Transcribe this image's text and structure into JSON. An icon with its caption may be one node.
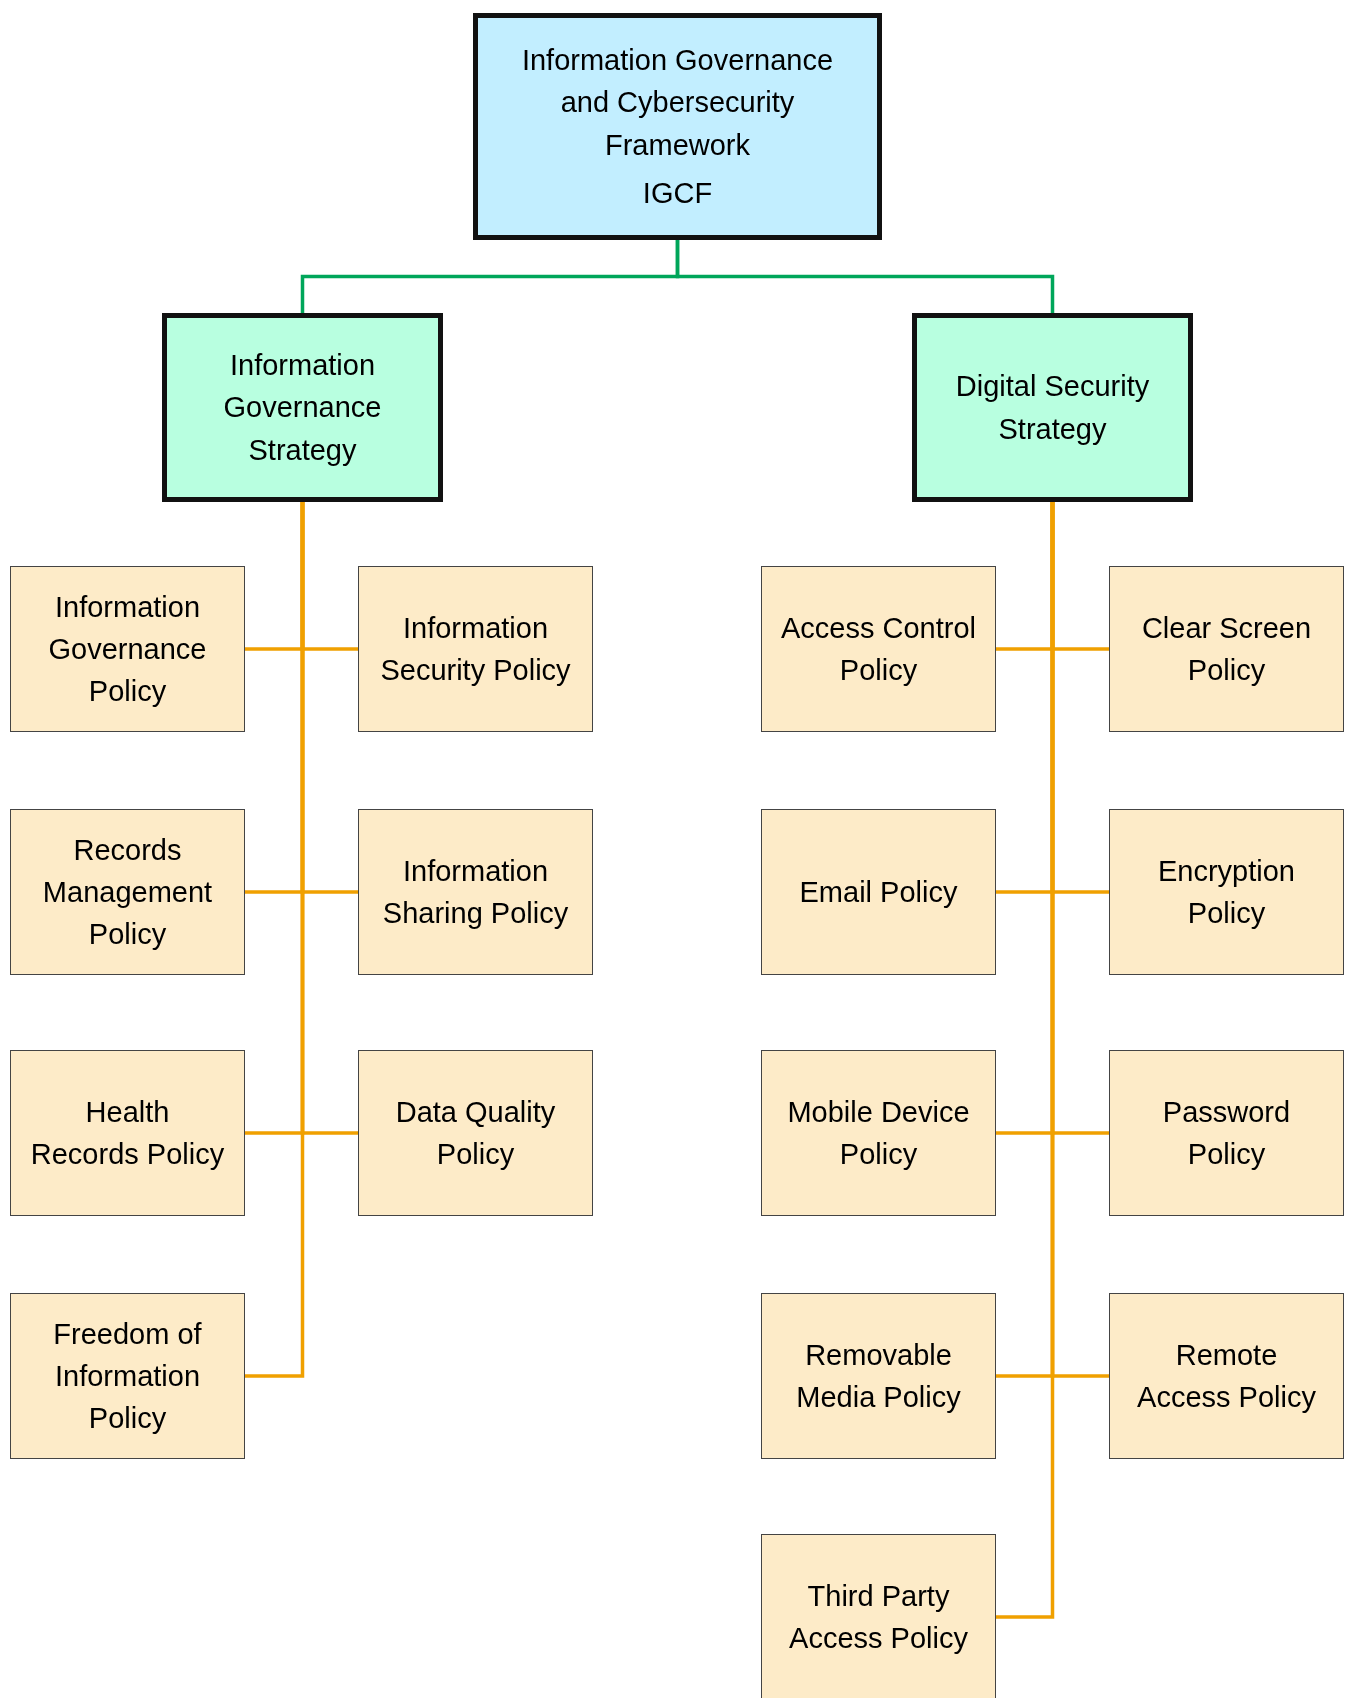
{
  "diagram": {
    "nodes": [
      {
        "text": [
          "Information Governance and Cybersecurity Framework",
          "IGCF"
        ]
      },
      {
        "text": [
          "Information Governance Strategy"
        ]
      },
      {
        "text": [
          "Digital Security Strategy"
        ]
      },
      {
        "text": [
          "Information Governance Policy"
        ]
      },
      {
        "text": [
          "Information Security Policy"
        ]
      },
      {
        "text": [
          "Records Management Policy"
        ]
      },
      {
        "text": [
          "Information Sharing Policy"
        ]
      },
      {
        "text": [
          "Health Records Policy"
        ]
      },
      {
        "text": [
          "Data Quality Policy"
        ]
      },
      {
        "text": [
          "Freedom of Information Policy"
        ]
      },
      {
        "text": [
          "Access Control Policy"
        ]
      },
      {
        "text": [
          "Clear Screen Policy"
        ]
      },
      {
        "text": [
          "Email Policy"
        ]
      },
      {
        "text": [
          "Encryption Policy"
        ]
      },
      {
        "text": [
          "Mobile Device Policy"
        ]
      },
      {
        "text": [
          "Password Policy"
        ]
      },
      {
        "text": [
          "Removable Media Policy"
        ]
      },
      {
        "text": [
          "Remote Access Policy"
        ]
      },
      {
        "text": [
          "Third Party Access Policy"
        ]
      }
    ],
    "edges": [
      {
        "from": 0,
        "to": 1,
        "arrow": "none",
        "color": "#00a65a"
      },
      {
        "from": 0,
        "to": 2,
        "arrow": "none",
        "color": "#00a65a"
      },
      {
        "from": 1,
        "to": 3,
        "arrow": "none"
      },
      {
        "from": 1,
        "to": 4,
        "arrow": "none"
      },
      {
        "from": 1,
        "to": 5,
        "arrow": "none"
      },
      {
        "from": 1,
        "to": 6,
        "arrow": "none"
      },
      {
        "from": 1,
        "to": 7,
        "arrow": "none"
      },
      {
        "from": 1,
        "to": 8,
        "arrow": "none"
      },
      {
        "from": 1,
        "to": 9,
        "arrow": "none"
      },
      {
        "from": 2,
        "to": 10,
        "arrow": "none"
      },
      {
        "from": 2,
        "to": 11,
        "arrow": "none"
      },
      {
        "from": 2,
        "to": 12,
        "arrow": "none"
      },
      {
        "from": 2,
        "to": 13,
        "arrow": "none"
      },
      {
        "from": 2,
        "to": 14,
        "arrow": "none"
      },
      {
        "from": 2,
        "to": 15,
        "arrow": "none"
      },
      {
        "from": 2,
        "to": 16,
        "arrow": "none"
      },
      {
        "from": 2,
        "to": 17,
        "arrow": "none"
      },
      {
        "from": 2,
        "to": 18,
        "arrow": "none"
      }
    ]
  }
}
